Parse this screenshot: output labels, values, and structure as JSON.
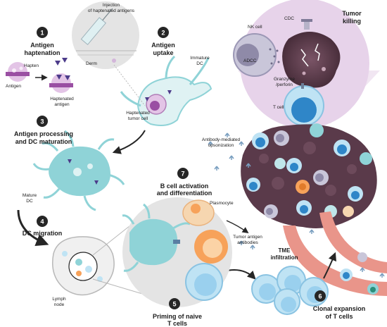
{
  "colors": {
    "dc": "#bfe6ea",
    "dc_mature": "#8fd3d7",
    "tumor": "#5a3a4a",
    "tcell": "#9ad0ee",
    "tcell_nucleus": "#2f86c8",
    "bcell": "#f7a25a",
    "plasmocyte": "#f6d6b0",
    "vessel": "#e9958a",
    "zoom_purple": "#e7d3ea",
    "zoom_grey": "#e4e4e4",
    "antibody": "#7a9fc0"
  },
  "steps": [
    {
      "number": "1",
      "title_line1": "Antigen",
      "title_line2": "haptenation"
    },
    {
      "number": "2",
      "title_line1": "Antigen",
      "title_line2": "uptake"
    },
    {
      "number": "3",
      "title_line1": "Antigen processing",
      "title_line2": "and DC maturation"
    },
    {
      "number": "4",
      "title_line1": "DC migration",
      "title_line2": ""
    },
    {
      "number": "5",
      "title_line1": "Priming of naive",
      "title_line2": "T cells"
    },
    {
      "number": "6",
      "title_line1": "Clonal expansion",
      "title_line2": "of T cells"
    },
    {
      "number": "7",
      "title_line1": "B cell activation",
      "title_line2": "and differentiation"
    }
  ],
  "labels": {
    "hapten": "Hapten",
    "antigen": "Antigen",
    "haptenated_antigen_1": "Haptenated",
    "haptenated_antigen_2": "antigen",
    "injection_1": "Injection",
    "injection_2": "of haptenated antigens",
    "derm": "Derm",
    "immature_dc_1": "Immature",
    "immature_dc_2": "DC",
    "haptenated_tumor_cell_1": "Haptenated",
    "haptenated_tumor_cell_2": "tumor cell",
    "mature_dc_1": "Mature",
    "mature_dc_2": "DC",
    "lymph_node_1": "Lymph",
    "lymph_node_2": "node",
    "plasmocyte": "Plasmocyte",
    "tumor_antigen_antibodies_1": "Tumor antigen",
    "tumor_antigen_antibodies_2": "antibodies",
    "antibody_opsonization_1": "Antibody-mediated",
    "antibody_opsonization_2": "opsonization",
    "tme_1": "TME",
    "tme_2": "infiltration",
    "nk_cell": "NK cell",
    "adcc": "ADCC",
    "cdc": "CDC",
    "granzyme_1": "Granzyme",
    "granzyme_2": "/perforin",
    "t_cell": "T cell",
    "tumor_killing_1": "Tumor",
    "tumor_killing_2": "killing"
  }
}
